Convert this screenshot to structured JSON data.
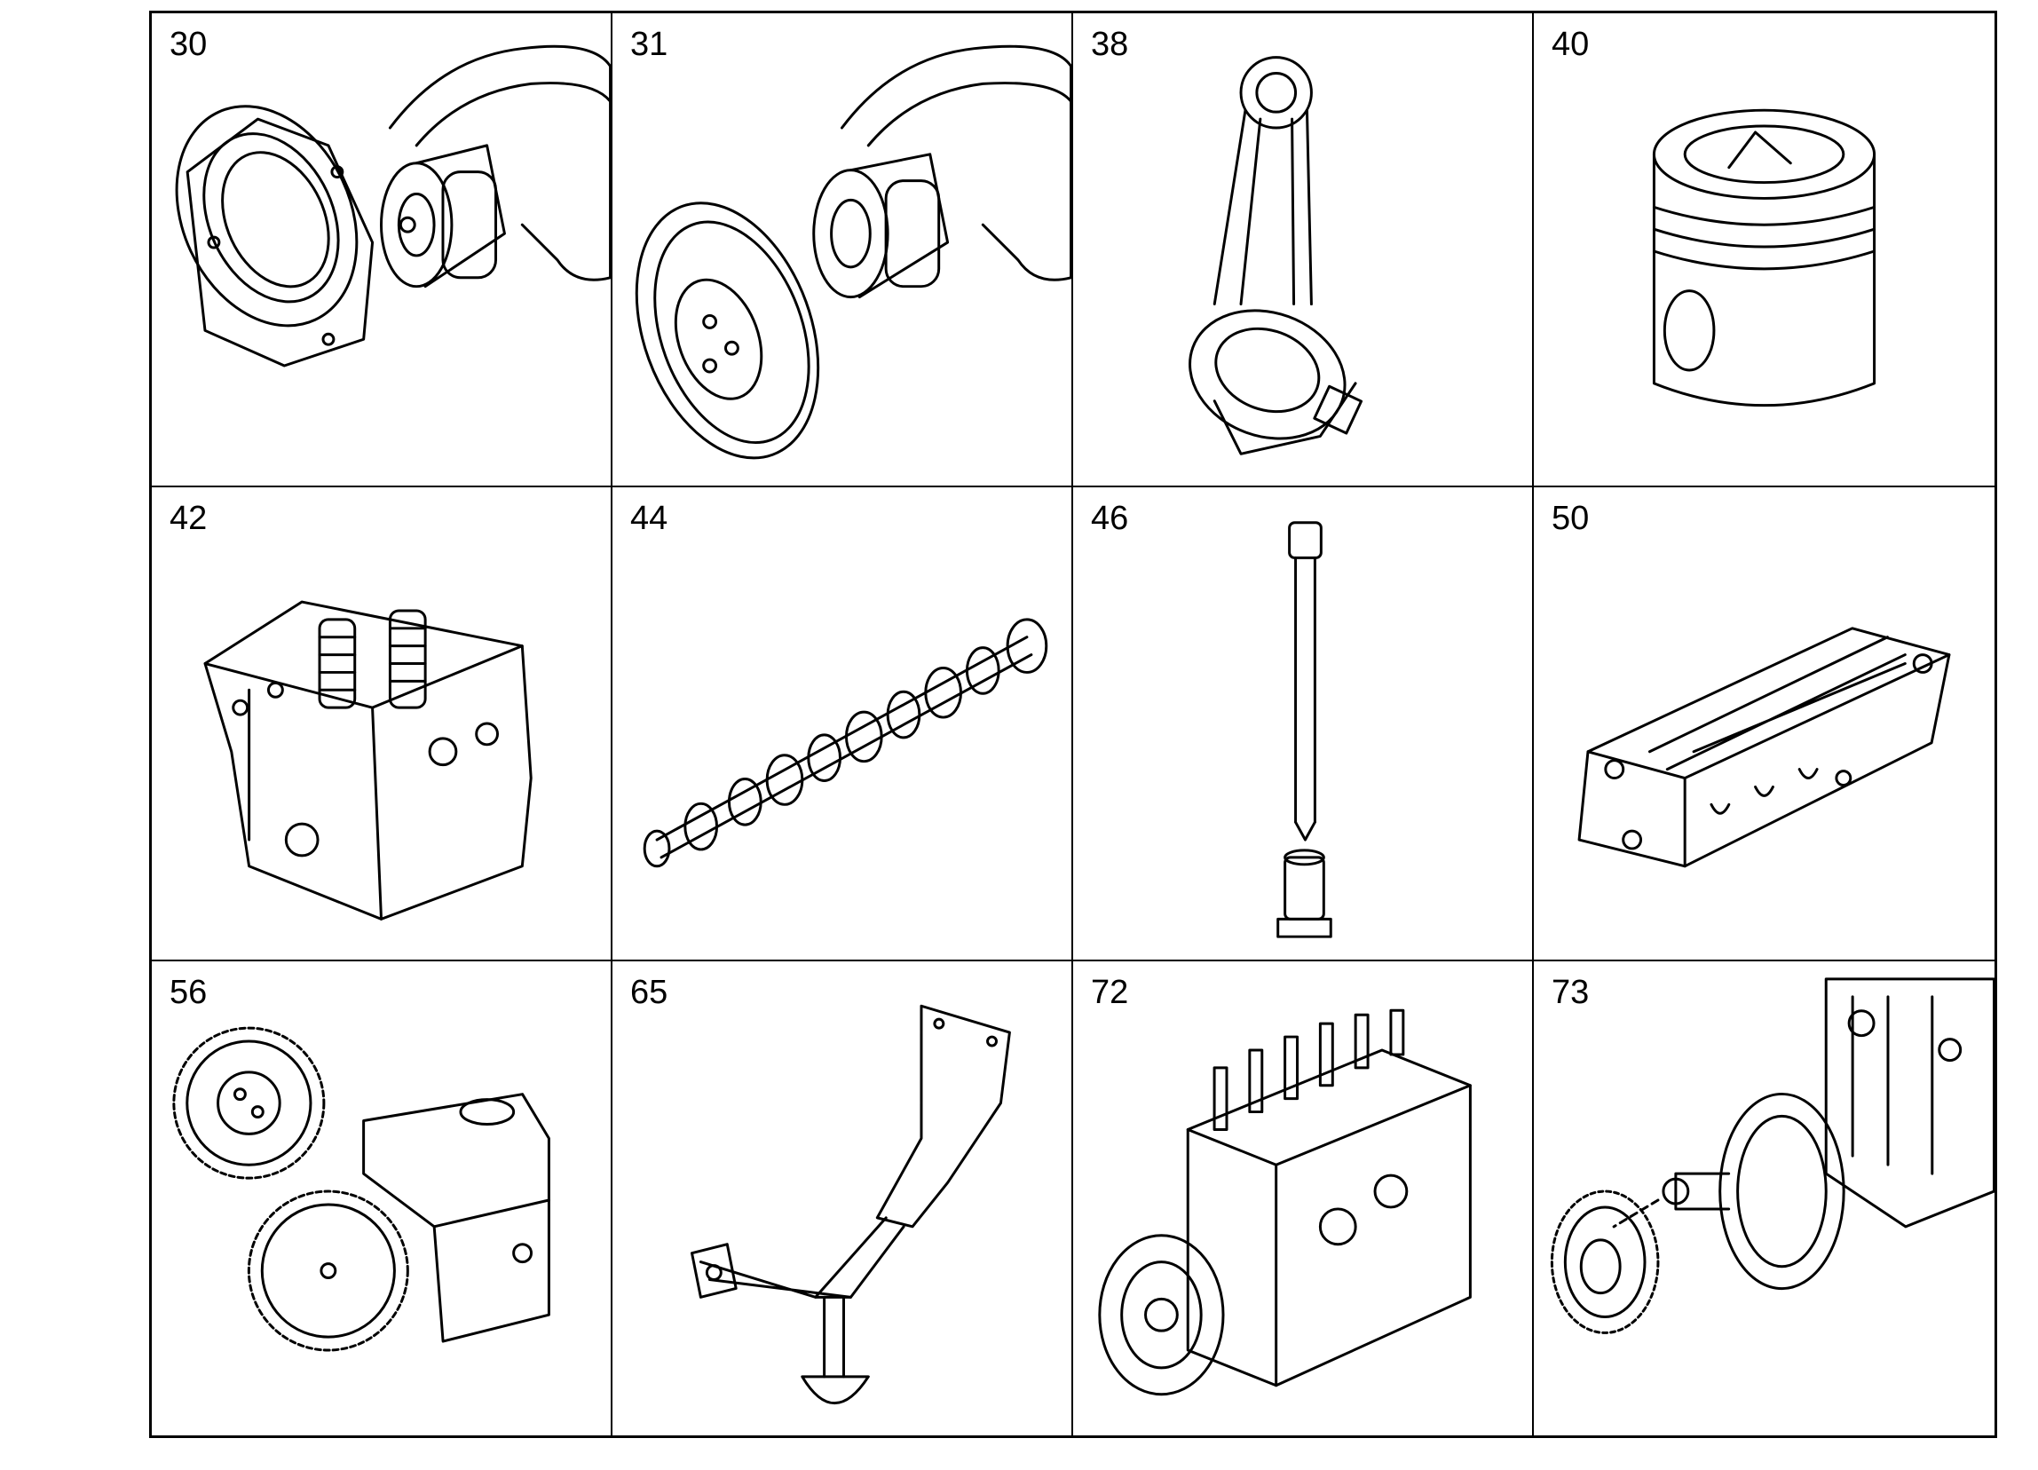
{
  "parts": [
    {
      "number": "30",
      "icon": "crankshaft-with-seal-housing"
    },
    {
      "number": "31",
      "icon": "crankshaft-with-pulley"
    },
    {
      "number": "38",
      "icon": "connecting-rod"
    },
    {
      "number": "40",
      "icon": "piston"
    },
    {
      "number": "42",
      "icon": "cylinder-head"
    },
    {
      "number": "44",
      "icon": "camshaft"
    },
    {
      "number": "46",
      "icon": "push-rod-and-tappet"
    },
    {
      "number": "50",
      "icon": "manifold-block"
    },
    {
      "number": "56",
      "icon": "oil-pump-with-gears"
    },
    {
      "number": "65",
      "icon": "oil-suction-pipe"
    },
    {
      "number": "72",
      "icon": "injection-pump"
    },
    {
      "number": "73",
      "icon": "injection-pump-drive-gear"
    }
  ]
}
